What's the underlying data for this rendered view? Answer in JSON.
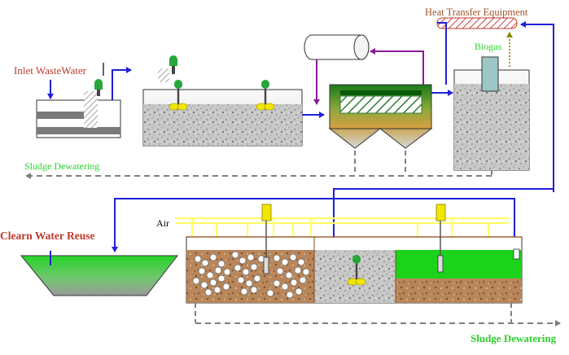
{
  "labels": {
    "inlet": "Inlet WasteWater",
    "heat": "Heat Transfer Equipment",
    "biogas": "Biogas",
    "sludge_top": "Sludge Dewatering",
    "air": "Air",
    "reuse": "Clearn Water Reuse",
    "sludge_bottom": "Sludge Dewatering"
  },
  "colors": {
    "flow_blue": "#1f1fd6",
    "pipe_purple": "#8a1a9a",
    "air_yellow": "#ffff66",
    "label_red": "#c0392b",
    "label_green": "#2bd12b",
    "water_green": "#1ad31a",
    "dashed_gray": "#7f7f7f",
    "concrete_gray": "#bdbdbd"
  }
}
